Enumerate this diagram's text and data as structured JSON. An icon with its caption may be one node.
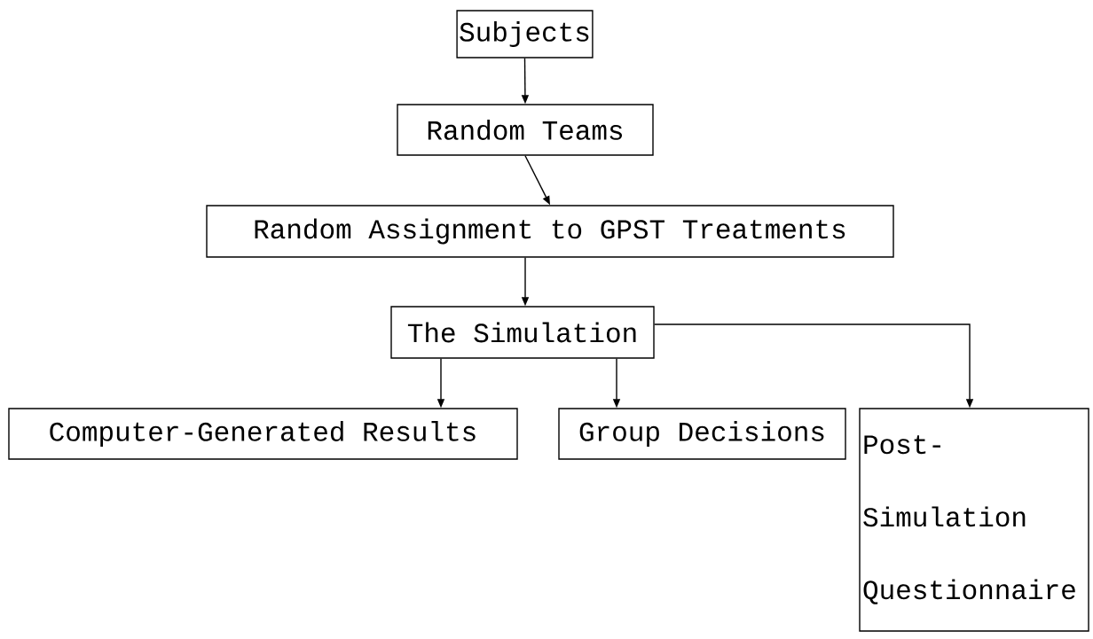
{
  "diagram": {
    "nodes": [
      {
        "text": [
          "Subjects"
        ]
      },
      {
        "text": [
          "Random Teams"
        ]
      },
      {
        "text": [
          "Random Assignment to GPST Treatments"
        ]
      },
      {
        "text": [
          "The Simulation"
        ]
      },
      {
        "text": [
          "Computer-Generated Results"
        ]
      },
      {
        "text": [
          "Group Decisions"
        ]
      },
      {
        "text": [
          "Post- Simulation Questionnaire"
        ]
      }
    ],
    "edges": [
      {
        "from": 0,
        "to": 1,
        "arrow": "to"
      },
      {
        "from": 1,
        "to": 2,
        "arrow": "to"
      },
      {
        "from": 2,
        "to": 3,
        "arrow": "to"
      },
      {
        "from": 3,
        "to": 4,
        "arrow": "to"
      },
      {
        "from": 3,
        "to": 5,
        "arrow": "to"
      },
      {
        "from": 3,
        "to": 6,
        "arrow": "to"
      }
    ]
  }
}
